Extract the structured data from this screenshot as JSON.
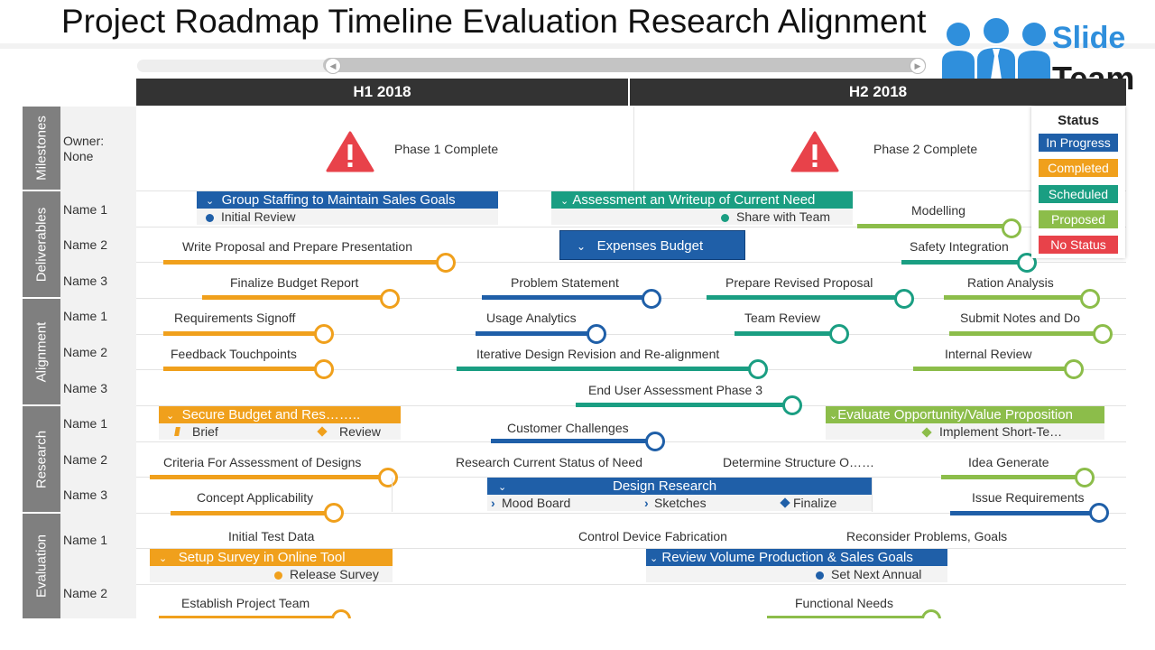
{
  "title": "Project Roadmap Timeline Evaluation Research Alignment",
  "logo": {
    "line1": "Slide",
    "line2": "Team"
  },
  "periods": [
    "H1 2018",
    "H2 2018"
  ],
  "groups": [
    "Milestones",
    "Deliverables",
    "Alignment",
    "Research",
    "Evaluation"
  ],
  "milestones": {
    "owner_label": "Owner:",
    "owner_value": "None",
    "phase1": "Phase 1 Complete",
    "phase2": "Phase 2 Complete"
  },
  "row_names": {
    "deliverables": [
      "Name 1",
      "Name 2",
      "Name 3"
    ],
    "alignment": [
      "Name 1",
      "Name 2",
      "Name 3"
    ],
    "research": [
      "Name 1",
      "Name 2",
      "Name 3"
    ],
    "evaluation": [
      "Name 1",
      "Name 2"
    ]
  },
  "tasks": {
    "group_staffing": "Group Staffing to Maintain Sales Goals",
    "initial_review": "Initial Review",
    "assessment": "Assessment an Writeup of Current Need",
    "share_team": "Share with Team",
    "modelling": "Modelling",
    "write_proposal": "Write Proposal and Prepare Presentation",
    "expenses_budget": "Expenses Budget",
    "safety_integration": "Safety Integration",
    "finalize_budget": "Finalize Budget Report",
    "problem_statement": "Problem Statement",
    "prepare_revised": "Prepare Revised Proposal",
    "ration_analysis": "Ration Analysis",
    "requirements_signoff": "Requirements Signoff",
    "usage_analytics": "Usage Analytics",
    "team_review": "Team Review",
    "submit_notes": "Submit Notes and Do",
    "feedback_touchpoints": "Feedback Touchpoints",
    "iterative_design": "Iterative Design Revision and Re-alignment",
    "internal_review": "Internal Review",
    "end_user_assessment": "End User Assessment Phase 3",
    "secure_budget": "Secure Budget and Res……..",
    "brief": "Brief",
    "review": "Review",
    "customer_challenges": "Customer Challenges",
    "evaluate_opportunity": "Evaluate Opportunity/Value Proposition",
    "implement_short": "Implement Short-Te…",
    "criteria_assessment": "Criteria For Assessment of Designs",
    "research_current": "Research Current Status of Need",
    "determine_structure": "Determine Structure O……",
    "idea_generate": "Idea Generate",
    "concept_applicability": "Concept Applicability",
    "design_research": "Design Research",
    "mood_board": "Mood Board",
    "sketches": "Sketches",
    "finalize": "Finalize",
    "issue_requirements": "Issue Requirements",
    "initial_test_data": "Initial Test Data",
    "control_device": "Control Device Fabrication",
    "reconsider_problems": "Reconsider Problems, Goals",
    "setup_survey": "Setup Survey in Online Tool",
    "release_survey": "Release Survey",
    "review_volume": "Review Volume Production & Sales Goals",
    "set_next_annual": "Set Next Annual",
    "establish_team": "Establish Project Team",
    "functional_needs": "Functional Needs"
  },
  "legend": {
    "title": "Status",
    "items": [
      "In Progress",
      "Completed",
      "Scheduled",
      "Proposed",
      "No Status"
    ]
  },
  "colors": {
    "in_progress": "#1f5fa8",
    "completed": "#f0a01c",
    "scheduled": "#1a9e82",
    "proposed": "#8cbd4a",
    "no_status": "#e8424a",
    "group_label": "#7f7f7f",
    "period_header": "#333333"
  }
}
